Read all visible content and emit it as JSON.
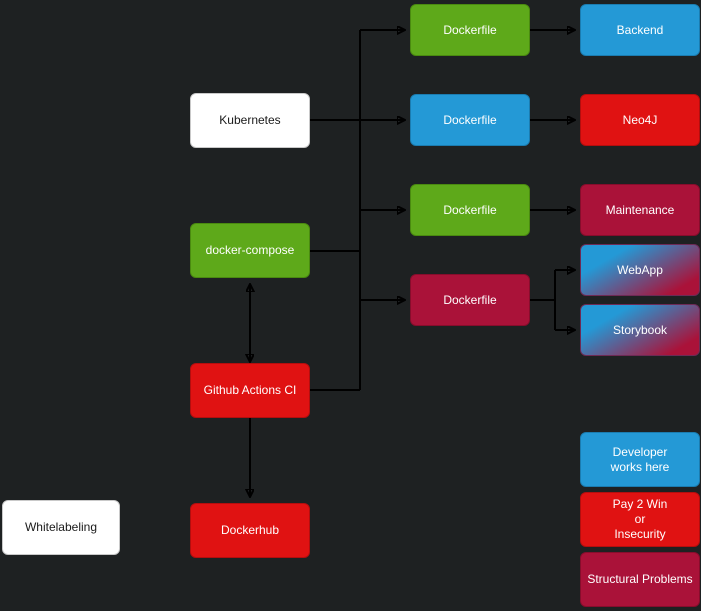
{
  "diagram": {
    "type": "flowchart",
    "background_color": "#1e2122",
    "edge_color": "#000000"
  },
  "colors": {
    "white_node": "#ffffff",
    "green_node": "#5ea91a",
    "red_node": "#e01212",
    "blue_node": "#2499d6",
    "crimson_node": "#aa1239",
    "gradient_node": "blue-to-crimson"
  },
  "nodes": {
    "kubernetes": {
      "label": "Kubernetes",
      "color": "#ffffff"
    },
    "docker_compose": {
      "label": "docker-compose",
      "color": "#5ea91a"
    },
    "github_actions": {
      "label": "Github Actions CI",
      "color": "#e01212"
    },
    "dockerhub": {
      "label": "Dockerhub",
      "color": "#e01212"
    },
    "whitelabeling": {
      "label": "Whitelabeling",
      "color": "#ffffff"
    },
    "dockerfile_backend": {
      "label": "Dockerfile",
      "color": "#5ea91a"
    },
    "dockerfile_neo4j": {
      "label": "Dockerfile",
      "color": "#2499d6"
    },
    "dockerfile_maintenance": {
      "label": "Dockerfile",
      "color": "#5ea91a"
    },
    "dockerfile_webapp": {
      "label": "Dockerfile",
      "color": "#aa1239"
    },
    "backend": {
      "label": "Backend",
      "color": "#2499d6"
    },
    "neo4j": {
      "label": "Neo4J",
      "color": "#e01212"
    },
    "maintenance": {
      "label": "Maintenance",
      "color": "#aa1239"
    },
    "webapp": {
      "label": "WebApp",
      "color": "gradient"
    },
    "storybook": {
      "label": "Storybook",
      "color": "gradient"
    }
  },
  "legend": {
    "developer": {
      "label": "Developer\nworks here",
      "color": "#2499d6"
    },
    "pay2win": {
      "label": "Pay 2 Win\nor\nInsecurity",
      "color": "#e01212"
    },
    "structural": {
      "label": "Structural Problems",
      "color": "#aa1239"
    }
  },
  "edges": [
    {
      "from": "Kubernetes",
      "to": "Dockerfiles",
      "arrow": "forward"
    },
    {
      "from": "docker-compose",
      "to": "Dockerfiles",
      "arrow": "forward"
    },
    {
      "from": "Github Actions CI",
      "to": "Dockerfiles",
      "arrow": "forward"
    },
    {
      "from": "Dockerfile",
      "to": "Backend",
      "arrow": "forward"
    },
    {
      "from": "Dockerfile",
      "to": "Neo4J",
      "arrow": "forward"
    },
    {
      "from": "Dockerfile",
      "to": "Maintenance",
      "arrow": "forward"
    },
    {
      "from": "Dockerfile",
      "to": "WebApp",
      "arrow": "forward"
    },
    {
      "from": "Dockerfile",
      "to": "Storybook",
      "arrow": "forward"
    },
    {
      "from": "Github Actions CI",
      "to": "docker-compose",
      "arrow": "both"
    },
    {
      "from": "Github Actions CI",
      "to": "Dockerhub",
      "arrow": "forward"
    }
  ]
}
